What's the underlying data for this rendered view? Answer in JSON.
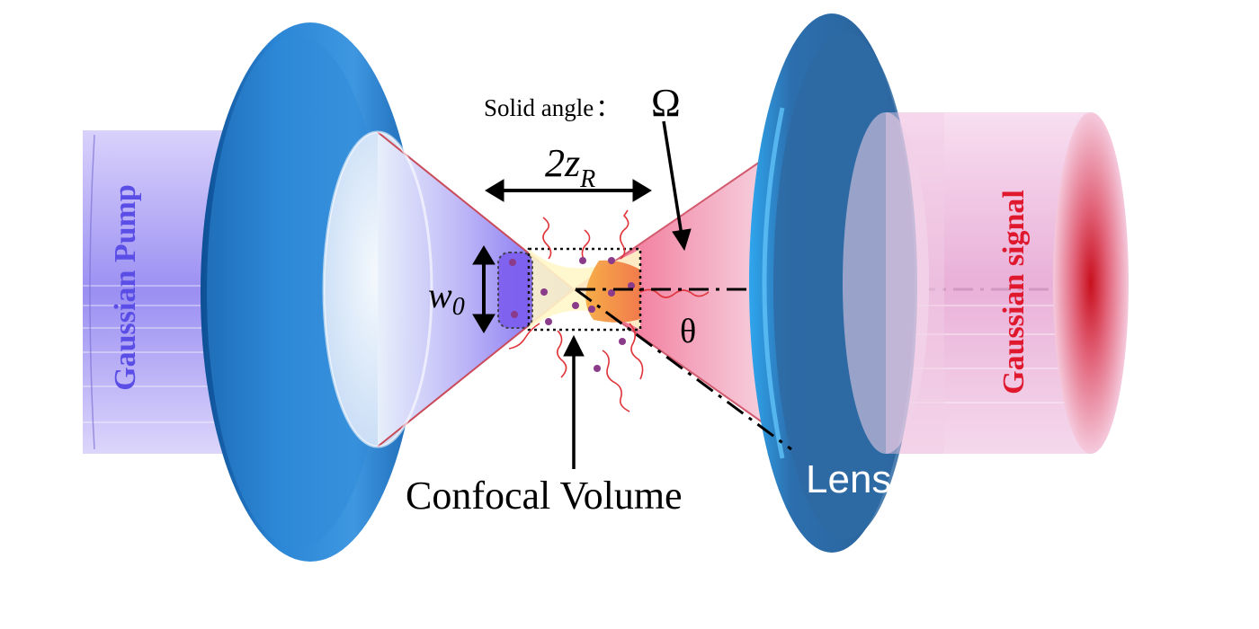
{
  "labels": {
    "pump": "Gaussian Pump",
    "signal": "Gaussian signal",
    "solid_angle_text": "Solid angle",
    "solid_angle_colon": ":",
    "omega": "Ω",
    "rayleigh_main": "2z",
    "rayleigh_sub": "R",
    "waist_main": "w",
    "waist_sub": "0",
    "theta": "θ",
    "confocal": "Confocal Volume",
    "lens": "Lens"
  },
  "colors": {
    "pump_beam": "#8d7ff0",
    "signal_beam": "#e2a0cf",
    "lens": "#2a7fc8",
    "focus_cone_left": "#6f5cf0",
    "focus_cone_right": "#f05d8a",
    "pump_text": "#5a4ee6",
    "signal_text": "#e0182d",
    "emission": "#e0343a",
    "particle": "#8a3b8a",
    "confocal_fill": "#fff3b8"
  }
}
